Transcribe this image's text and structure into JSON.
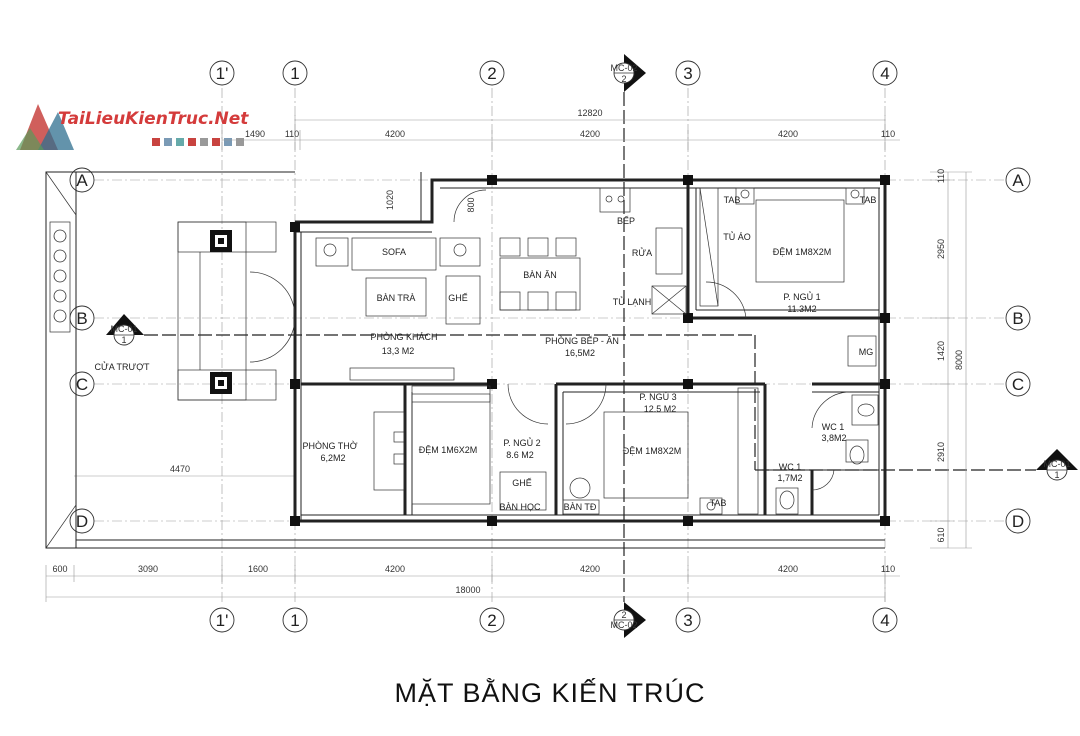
{
  "logo": {
    "text": "TaiLieuKienTruc.Net",
    "colors": [
      "#c8433f",
      "#2f6f8f",
      "#5a9a5a"
    ]
  },
  "title": "MẶT BẰNG KIẾN TRÚC",
  "grid_cols": [
    "1'",
    "1",
    "2",
    "3",
    "4"
  ],
  "grid_rows": [
    "A",
    "B",
    "C",
    "D"
  ],
  "section_marks": {
    "top": {
      "code": "MC-02",
      "num": "2"
    },
    "bottom": {
      "code": "MC-02",
      "num": "2"
    },
    "left": {
      "code": "MC-01",
      "num": "1"
    },
    "right": {
      "code": "MC-01",
      "num": "1"
    }
  },
  "dims_top": {
    "total": "12820",
    "d1": "1490",
    "d2": "110",
    "d3": "4200",
    "d4": "4200",
    "d5": "4200",
    "d6": "110"
  },
  "dims_bottom": {
    "total": "18000",
    "d1": "600",
    "d2": "3090",
    "d3": "1600",
    "d4": "4200",
    "d5": "4200",
    "d6": "4200",
    "d7": "110"
  },
  "dims_right": {
    "total": "8000",
    "d1": "110",
    "d2": "2950",
    "d3": "1420",
    "d4": "2910",
    "d5": "610"
  },
  "dims_misc": {
    "d1020": "1020",
    "d800": "800",
    "d4470": "4470"
  },
  "rooms": {
    "sofa": "SOFA",
    "ban_an": "BÀN ĂN",
    "bep": "BẾP",
    "rua": "RỬA",
    "tu_lanh": "TỦ LẠNH",
    "ban_tra": "BÀN TRÀ",
    "ghe1": "GHẾ",
    "phong_khach": "PHÒNG KHÁCH",
    "phong_khach_area": "13,3 M2",
    "phong_bep": "PHÒNG BẾP - ĂN",
    "phong_bep_area": "16,5M2",
    "tu_ao": "TỦ ÁO",
    "tab1": "TAB",
    "tab2": "TAB",
    "dem_ngu1": "ĐỆM 1M8X2M",
    "p_ngu1": "P. NGỦ 1",
    "p_ngu1_area": "11.3M2",
    "mg": "MG",
    "cua_truot": "CỬA TRƯỢT",
    "phong_tho": "PHÒNG THỜ",
    "phong_tho_area": "6,2M2",
    "dem_ngu2": "ĐỆM 1M6X2M",
    "p_ngu2": "P. NGỦ 2",
    "p_ngu2_area": "8.6 M2",
    "ghe2": "GHẾ",
    "ban_hoc": "BÀN HỌC",
    "ban_td": "BÀN TĐ",
    "p_ngu3": "P. NGỦ 3",
    "p_ngu3_area": "12.5 M2",
    "dem_ngu3": "ĐỆM 1M8X2M",
    "tab3": "TAB",
    "wc1": "WC 1",
    "wc1_area": "3,8M2",
    "wc1b": "WC 1",
    "wc1b_area": "1,7M2"
  }
}
